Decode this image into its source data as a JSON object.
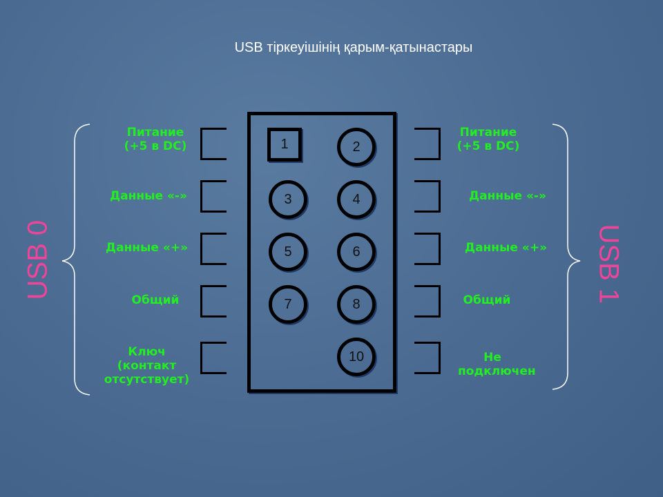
{
  "title": "USB тіркеуішінің қарым-қатынастары",
  "usb0": "USB 0",
  "usb1": "USB 1",
  "pins": [
    "1",
    "2",
    "3",
    "4",
    "5",
    "6",
    "7",
    "8",
    "10"
  ],
  "left_labels": [
    "Питание (+5 в DC)",
    "Данные «-»",
    "Данные «+»",
    "Общий",
    "Ключ (контакт отсутствует)"
  ],
  "right_labels": [
    "Питание (+5 в DC)",
    "Данные «-»",
    "Данные «+»",
    "Общий",
    "Не подключен"
  ],
  "colors": {
    "label": "#22ee22",
    "usb": "#ee4499"
  }
}
